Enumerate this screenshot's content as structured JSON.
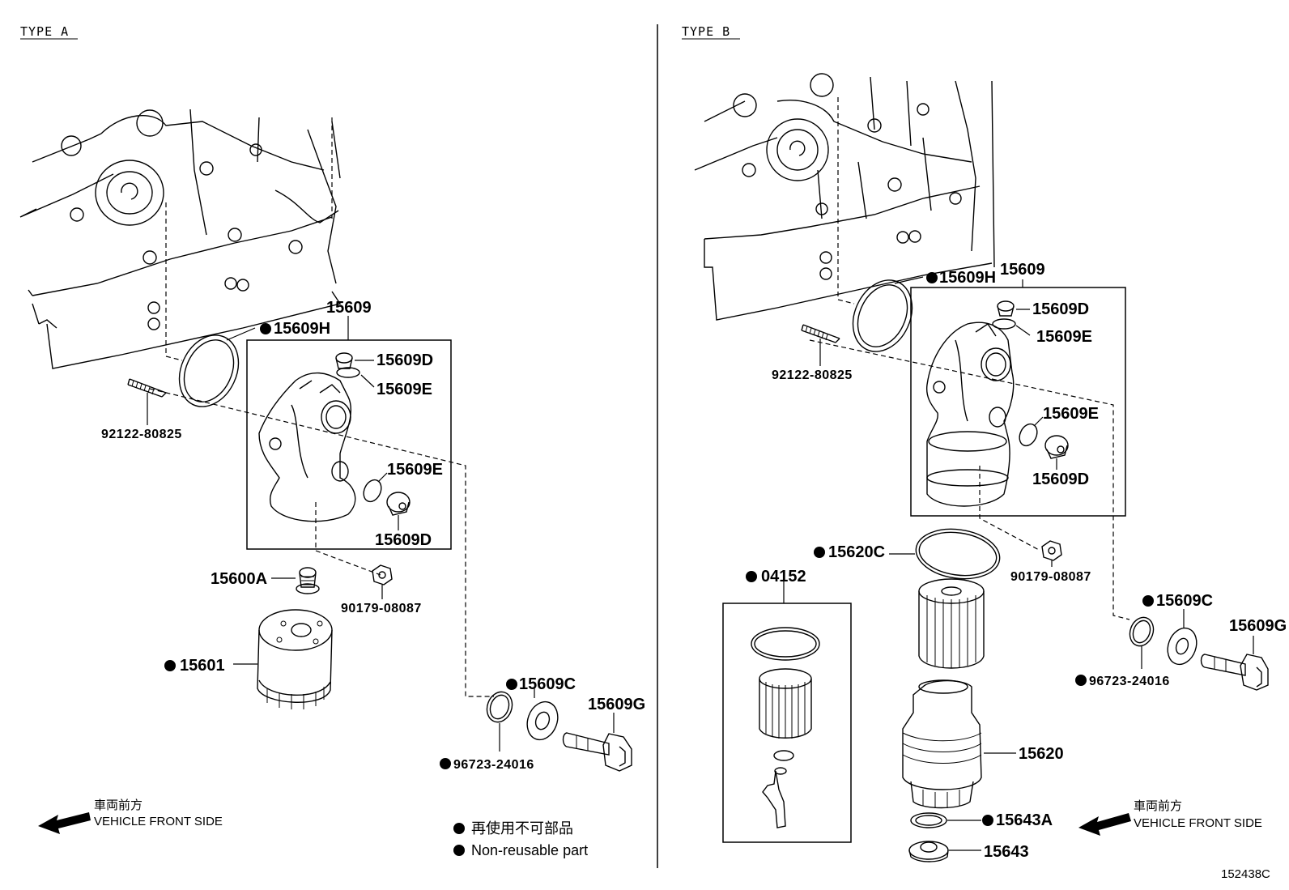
{
  "type_a": {
    "title": "TYPE A",
    "labels": {
      "p15609": "15609",
      "p15609H": "15609H",
      "p15609D_top": "15609D",
      "p15609E_top": "15609E",
      "p92122": "92122-80825",
      "p15609E_mid": "15609E",
      "p15609D_bot": "15609D",
      "p15600A": "15600A",
      "p90179": "90179-08087",
      "p15601": "15601",
      "p15609C": "15609C",
      "p15609G": "15609G",
      "p96723": "96723-24016"
    },
    "direction": {
      "jp": "車両前方",
      "en": "VEHICLE FRONT SIDE"
    }
  },
  "type_b": {
    "title": "TYPE B",
    "labels": {
      "p15609H": "15609H",
      "p15609": "15609",
      "p15609D_top": "15609D",
      "p15609E_top": "15609E",
      "p92122": "92122-80825",
      "p15609E_mid": "15609E",
      "p15609D_bot": "15609D",
      "p15620C": "15620C",
      "p90179": "90179-08087",
      "p04152": "04152",
      "p15609C": "15609C",
      "p15609G": "15609G",
      "p96723": "96723-24016",
      "p15620": "15620",
      "p15643A": "15643A",
      "p15643": "15643"
    },
    "direction": {
      "jp": "車両前方",
      "en": "VEHICLE FRONT SIDE"
    }
  },
  "legend": {
    "jp": "再使用不可部品",
    "en": "Non-reusable part"
  },
  "figure_id": "152438C",
  "icons": [
    "non-reusable-dot-icon",
    "front-arrow-icon"
  ]
}
